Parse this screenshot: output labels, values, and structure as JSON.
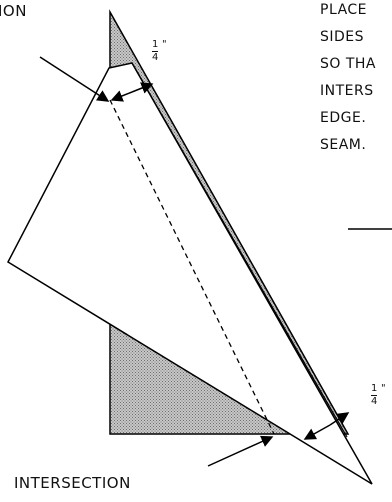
{
  "labels": {
    "top_intersection": "ION",
    "bottom_intersection": "INTERSECTION"
  },
  "measure": {
    "numerator": "1",
    "denominator": "4",
    "mark": "\""
  },
  "instructions": [
    "PLACE",
    "SIDES",
    "SO THA",
    "INTERS",
    "EDGE.",
    "SEAM."
  ],
  "colors": {
    "fabric_fill": "#a9a9a9",
    "outline": "#000000"
  }
}
